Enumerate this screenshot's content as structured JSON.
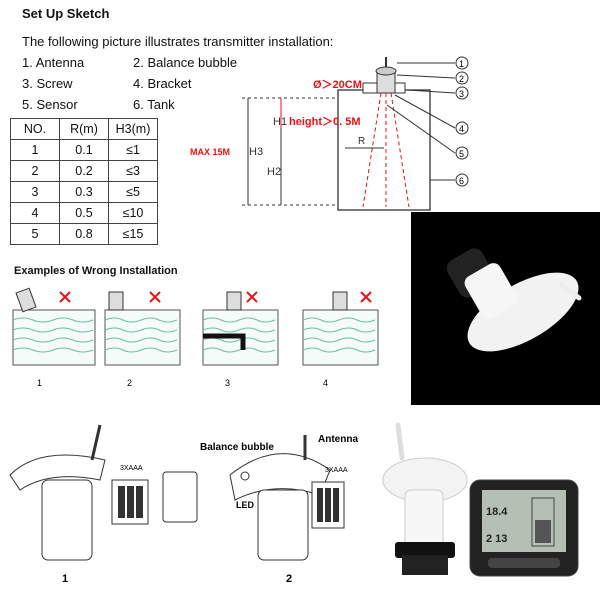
{
  "sketch": {
    "title": "Set Up Sketch",
    "intro": "The following picture illustrates transmitter installation:",
    "legend": [
      {
        "num": "1",
        "label": "1. Antenna"
      },
      {
        "num": "2",
        "label": "2. Balance bubble"
      },
      {
        "num": "3",
        "label": "3. Screw"
      },
      {
        "num": "4",
        "label": "4. Bracket"
      },
      {
        "num": "5",
        "label": "5. Sensor"
      },
      {
        "num": "6",
        "label": "6. Tank"
      }
    ]
  },
  "table": {
    "headers": [
      "NO.",
      "R(m)",
      "H3(m)"
    ],
    "rows": [
      [
        "1",
        "0.1",
        "≤1"
      ],
      [
        "2",
        "0.2",
        "≤3"
      ],
      [
        "3",
        "0.3",
        "≤5"
      ],
      [
        "4",
        "0.5",
        "≤10"
      ],
      [
        "5",
        "0.8",
        "≤15"
      ]
    ]
  },
  "diagram": {
    "diameter": "Ø＞20CM",
    "height": "height＞0. 5M",
    "h1": "H1",
    "h2": "H2",
    "h3": "H3",
    "max": "MAX 15M",
    "r": "R",
    "callouts": [
      "1",
      "2",
      "3",
      "4",
      "5",
      "6"
    ]
  },
  "wrong": {
    "title": "Examples of Wrong Installation",
    "labels": [
      "1",
      "2",
      "3",
      "4"
    ]
  },
  "bottom": {
    "balance_bubble": "Balance bubble",
    "antenna": "Antenna",
    "led": "LED",
    "battery_left": "3XAAA",
    "battery_right": "3XAAA",
    "fig1": "1",
    "fig2": "2"
  },
  "display": {
    "reading1": "18.4",
    "reading2": "2 13"
  },
  "colors": {
    "accent_red": "#e11111",
    "water_green": "#6bbfa4"
  }
}
